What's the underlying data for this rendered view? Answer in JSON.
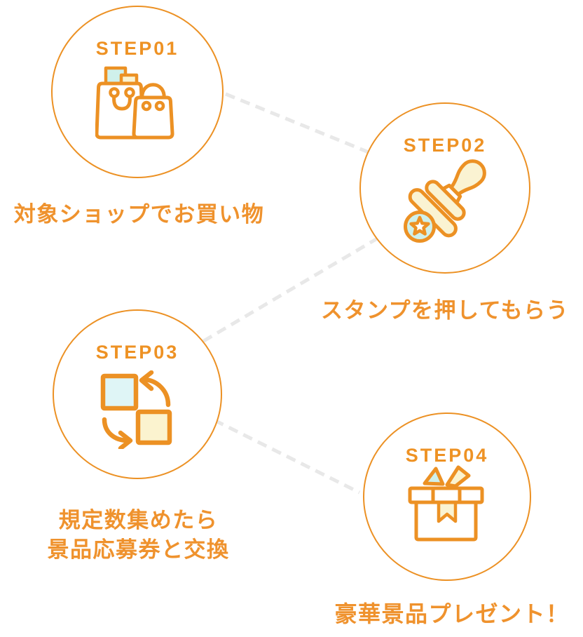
{
  "colors": {
    "orange_stroke": "#EC9124",
    "orange_text": "#EF922D",
    "step_label_orange": "#EE9224",
    "cyan_fill": "#CFF0EB",
    "cyan_light_fill": "#DFF5F6",
    "cream_fill": "#FAF3D2",
    "connector_dash": "#E8E8E8",
    "background": "#FFFFFF"
  },
  "steps": [
    {
      "step_label": "STEP01",
      "title": "対象ショップでお買い物",
      "icon": "shopping-bags-icon"
    },
    {
      "step_label": "STEP02",
      "title": "スタンプを押してもらう",
      "icon": "stamp-icon"
    },
    {
      "step_label": "STEP03",
      "title_line1": "規定数集めたら",
      "title_line2": "景品応募券と交換",
      "icon": "exchange-icon"
    },
    {
      "step_label": "STEP04",
      "title": "豪華景品プレゼント！",
      "icon": "gift-icon"
    }
  ]
}
